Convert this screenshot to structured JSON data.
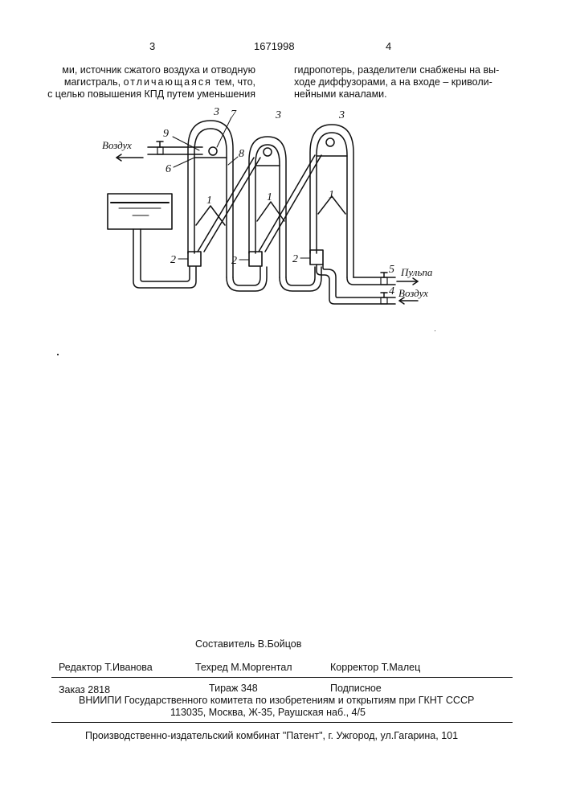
{
  "header": {
    "left_page": "3",
    "patent_no": "1671998",
    "right_page": "4"
  },
  "left_column": {
    "line1": "ми, источник сжатого воздуха и отводную",
    "line2": "магистраль,",
    "line2_spaced": "отличающаяся",
    "line2_end": "тем, что,",
    "line3": "с целью повышения КПД путем уменьшения"
  },
  "right_column": {
    "line1": "гидропотерь, разделители снабжены на вы-",
    "line2": "ходе диффузорами, а на входе – криволи-",
    "line3": "нейными каналами."
  },
  "figure": {
    "air_out_label": "Воздух",
    "pulp_label": "Пульпа",
    "air_in_label": "Воздух",
    "num_3": "3",
    "num_7": "7",
    "num_9": "9",
    "num_6": "6",
    "num_8": "8",
    "num_1": "1",
    "num_2": "2",
    "num_5": "5",
    "num_4": "4"
  },
  "footer": {
    "compiler": "Составитель  В.Бойцов",
    "editor": "Редактор  Т.Иванова",
    "techred": "Техред М.Моргентал",
    "corrector": "Корректор  Т.Малец",
    "order": "Заказ  2818",
    "circulation": "Тираж  348",
    "subscription": "Подписное",
    "org": "ВНИИПИ Государственного комитета по изобретениям и открытиям при ГКНТ СССР",
    "address": "113035, Москва, Ж-35, Раушская наб., 4/5",
    "publisher": "Производственно-издательский комбинат \"Патент\", г. Ужгород, ул.Гагарина, 101"
  }
}
